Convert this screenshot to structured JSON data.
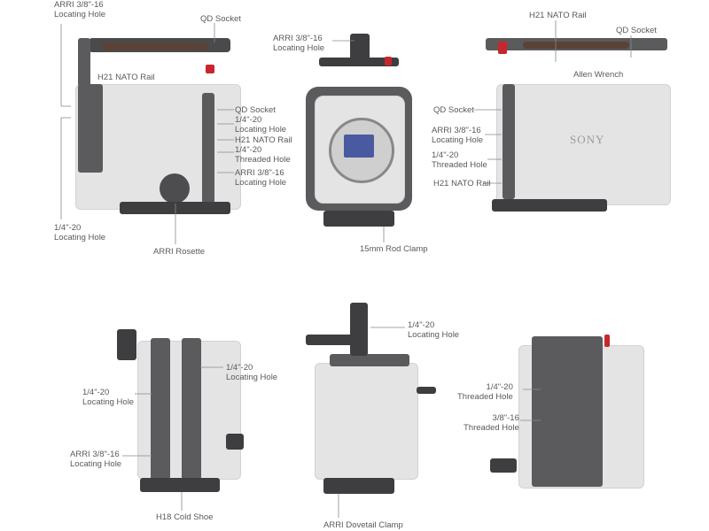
{
  "views": {
    "left_side": {
      "top_arri": [
        "ARRI 3/8\"-16",
        "Locating Hole"
      ],
      "qd_socket_top": "QD Socket",
      "nato_rail_top": "H21 NATO Rail",
      "qd_socket_side": "QD Socket",
      "locating_quarter": [
        "1/4\"-20",
        "Locating Hole"
      ],
      "nato_rail_side": "H21 NATO Rail",
      "threaded_quarter": [
        "1/4\"-20",
        "Threaded Hole"
      ],
      "arri_side": [
        "ARRI 3/8\"-16",
        "Locating Hole"
      ],
      "bottom_quarter": [
        "1/4\"-20",
        "Locating Hole"
      ],
      "rosette": "ARRI Rosette"
    },
    "front": {
      "arri_top": [
        "ARRI 3/8\"-16",
        "Locating Hole"
      ],
      "rod_clamp": "15mm Rod Clamp"
    },
    "right_side": {
      "nato_rail_top": "H21 NATO Rail",
      "qd_socket_top": "QD Socket",
      "allen_wrench": "Allen Wrench",
      "qd_socket_side": "QD Socket",
      "arri_side": [
        "ARRI 3/8\"-16",
        "Locating Hole"
      ],
      "threaded_quarter": [
        "1/4\"-20",
        "Threaded Hole"
      ],
      "nato_rail_bottom": "H21 NATO Rail",
      "brand": "SONY"
    },
    "top": {
      "right_quarter": [
        "1/4\"-20",
        "Locating Hole"
      ],
      "left_quarter": [
        "1/4\"-20",
        "Locating Hole"
      ],
      "arri": [
        "ARRI 3/8\"-16",
        "Locating Hole"
      ],
      "cold_shoe": "H18 Cold Shoe"
    },
    "rear": {
      "quarter": [
        "1/4\"-20",
        "Locating Hole"
      ],
      "dovetail": "ARRI Dovetail Clamp"
    },
    "bottom": {
      "quarter": [
        "1/4\"-20",
        "Threaded Hole"
      ],
      "three_eighths": [
        "3/8\"-16",
        "Threaded Hole"
      ]
    }
  }
}
